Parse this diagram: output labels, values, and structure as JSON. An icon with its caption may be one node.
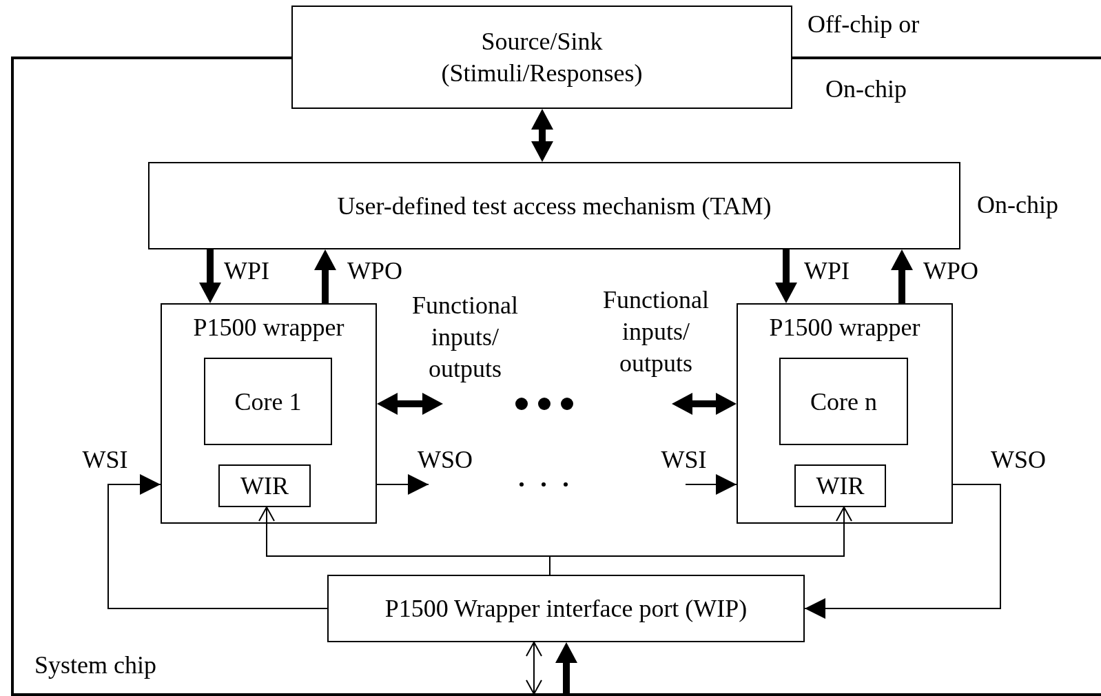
{
  "diagram": {
    "nodes": [
      {
        "text": [
          "System chip"
        ]
      },
      {
        "text": [
          "Source/Sink",
          "(Stimuli/Responses)"
        ]
      },
      {
        "text": [
          "User-defined test access mechanism (TAM)"
        ],
        "in": 0
      },
      {
        "text": [
          "P1500 wrapper"
        ],
        "in": 0
      },
      {
        "text": [
          "Core 1"
        ],
        "in": 3
      },
      {
        "text": [
          "WIR"
        ],
        "in": 3
      },
      {
        "text": [
          "P1500 wrapper"
        ],
        "in": 0
      },
      {
        "text": [
          "Core n"
        ],
        "in": 6
      },
      {
        "text": [
          "WIR"
        ],
        "in": 6
      },
      {
        "text": [
          "P1500 Wrapper interface port (WIP)"
        ],
        "in": 0
      }
    ],
    "edges": [
      {
        "from": 1,
        "to": 2,
        "arrow": "both",
        "style": "thick"
      },
      {
        "from": 2,
        "to": 3,
        "arrow": "to",
        "label": "WPI",
        "style": "thick"
      },
      {
        "from": 3,
        "to": 2,
        "arrow": "to",
        "label": "WPO",
        "style": "thick"
      },
      {
        "from": 2,
        "to": 6,
        "arrow": "to",
        "label": "WPI",
        "style": "thick"
      },
      {
        "from": 6,
        "to": 2,
        "arrow": "to",
        "label": "WPO",
        "style": "thick"
      },
      {
        "from": 3,
        "to": null,
        "arrow": "both",
        "label": "Functional inputs/ outputs",
        "style": "thick"
      },
      {
        "from": null,
        "to": 6,
        "arrow": "both",
        "label": "Functional inputs/ outputs",
        "style": "thick"
      },
      {
        "from": 9,
        "to": 3,
        "arrow": "to",
        "label": "WSI"
      },
      {
        "from": 3,
        "to": null,
        "arrow": "to",
        "label": "WSO"
      },
      {
        "from": null,
        "to": 6,
        "arrow": "to",
        "label": "WSI"
      },
      {
        "from": 6,
        "to": 9,
        "arrow": "to",
        "label": "WSO"
      },
      {
        "from": 9,
        "to": 5,
        "arrow": "to"
      },
      {
        "from": 9,
        "to": 8,
        "arrow": "to"
      },
      {
        "from": 9,
        "to": null,
        "arrow": "both"
      },
      {
        "from": null,
        "to": 9,
        "arrow": "to",
        "style": "thick"
      }
    ],
    "labels": [
      "Off-chip or",
      "On-chip",
      "On-chip"
    ]
  }
}
